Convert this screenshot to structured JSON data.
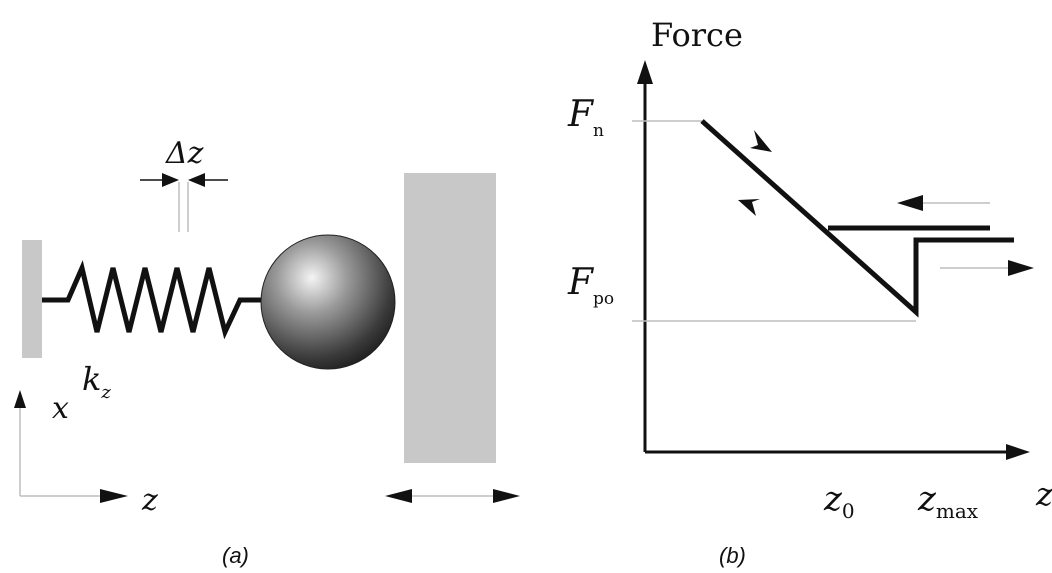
{
  "panel_a": {
    "caption": "(a)",
    "labels": {
      "delta_z": "Δz",
      "k": "k",
      "k_sub": "z",
      "x_axis": "x",
      "z_axis": "z"
    }
  },
  "panel_b": {
    "caption": "(b)",
    "labels": {
      "y_axis": "Force",
      "x_axis": "z",
      "F_n": "F",
      "F_n_sub": "n",
      "F_po": "F",
      "F_po_sub": "po",
      "z0": "z",
      "z0_sub": "0",
      "zmax": "z",
      "zmax_sub": "max"
    }
  },
  "colors": {
    "ink": "#111111",
    "wall": "#c8c8c8",
    "guide": "#bdbdbd"
  }
}
